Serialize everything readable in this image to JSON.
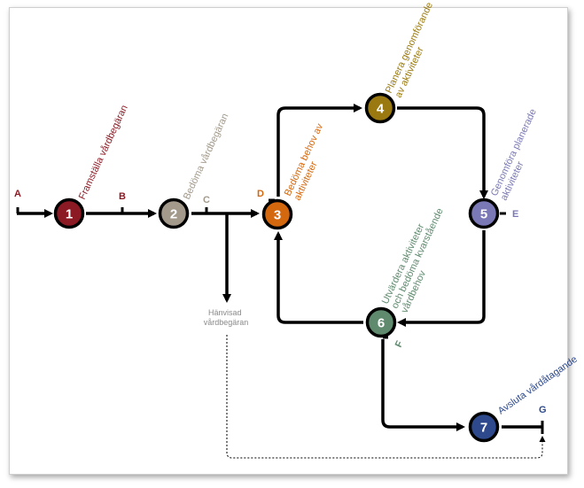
{
  "nodes": [
    {
      "number": "1",
      "color": "#8c1a24",
      "label_lines": [
        "Framställa vårdbegäran"
      ]
    },
    {
      "number": "2",
      "color": "#a39a8c",
      "label_lines": [
        "Bedöma vårdbegäran"
      ]
    },
    {
      "number": "3",
      "color": "#d4680f",
      "label_lines": [
        "Bedöma behov av",
        "aktiviteter"
      ]
    },
    {
      "number": "4",
      "color": "#9a7a10",
      "label_lines": [
        "Planera genomförande",
        "av aktiviteter"
      ]
    },
    {
      "number": "5",
      "color": "#7a79b5",
      "label_lines": [
        "Genomföra planerade",
        "aktiviteter"
      ]
    },
    {
      "number": "6",
      "color": "#5f8a6e",
      "label_lines": [
        "Utvärdera aktiviteter",
        "och bedöma kvarstående",
        "vårdbehov"
      ]
    },
    {
      "number": "7",
      "color": "#2e4a8c",
      "label_lines": [
        "Avsluta vårdåtagande"
      ]
    }
  ],
  "letters": [
    {
      "text": "A",
      "color": "#8c1a24"
    },
    {
      "text": "B",
      "color": "#8c1a24"
    },
    {
      "text": "C",
      "color": "#a39a8c"
    },
    {
      "text": "D",
      "color": "#d4680f"
    },
    {
      "text": "E",
      "color": "#7a79b5"
    },
    {
      "text": "F",
      "color": "#5f8a6e"
    },
    {
      "text": "G",
      "color": "#2e4a8c"
    }
  ],
  "referral_note": [
    "Hänvisad",
    "vårdbegäran"
  ]
}
